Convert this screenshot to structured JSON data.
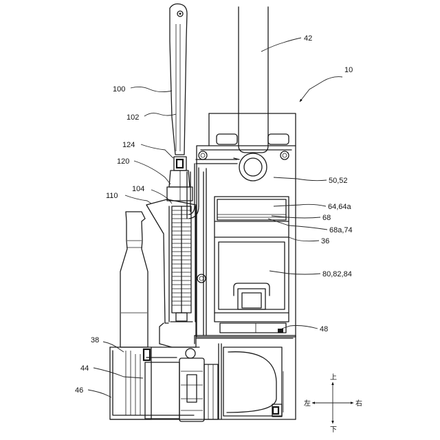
{
  "reference_labels": {
    "r42": "42",
    "r10": "10",
    "r100": "100",
    "r102": "102",
    "r124": "124",
    "r120": "120",
    "r104": "104",
    "r110": "110",
    "r50_52": "50,52",
    "r64_64a": "64,64a",
    "r68": "68",
    "r68a_74": "68a,74",
    "r36": "36",
    "r80_82_84": "80,82,84",
    "r48": "48",
    "r38": "38",
    "r44": "44",
    "r46": "46"
  },
  "direction_labels": {
    "up": "上",
    "down": "下",
    "left": "左",
    "right": "右"
  }
}
